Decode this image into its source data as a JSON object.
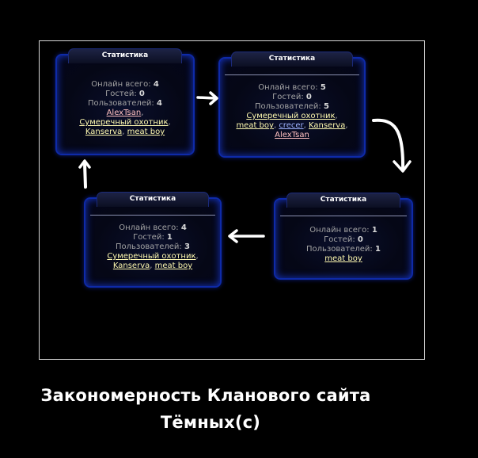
{
  "panels": [
    {
      "title": "Статистика",
      "online_label": "Онлайн всего:",
      "online_value": "4",
      "guests_label": "Гостей:",
      "guests_value": "0",
      "users_label": "Пользователей:",
      "users_value": "4",
      "user_rows": [
        [
          {
            "name": "AlexTsan",
            "color": "#ffc0c0"
          }
        ],
        [
          {
            "name": "Сумеречный охотник",
            "color": "#fffab0"
          }
        ],
        [
          {
            "name": "Kanserva",
            "color": "#fffab0"
          },
          {
            "name": "meat boy",
            "color": "#fffab0"
          }
        ]
      ]
    },
    {
      "title": "Статистика",
      "online_label": "Онлайн всего:",
      "online_value": "5",
      "guests_label": "Гостей:",
      "guests_value": "0",
      "users_label": "Пользователей:",
      "users_value": "5",
      "user_rows": [
        [
          {
            "name": "Сумеречный охотник",
            "color": "#fffab0"
          }
        ],
        [
          {
            "name": "meat boy",
            "color": "#fffab0"
          },
          {
            "name": "crecer",
            "color": "#9fb3ff"
          },
          {
            "name": "Kanserva",
            "color": "#fffab0"
          }
        ],
        [
          {
            "name": "AlexTsan",
            "color": "#ffc0c0"
          }
        ]
      ]
    },
    {
      "title": "Статистика",
      "online_label": "Онлайн всего:",
      "online_value": "1",
      "guests_label": "Гостей:",
      "guests_value": "0",
      "users_label": "Пользователей:",
      "users_value": "1",
      "user_rows": [
        [
          {
            "name": "meat boy",
            "color": "#fffab0"
          }
        ]
      ]
    },
    {
      "title": "Статистика",
      "online_label": "Онлайн всего:",
      "online_value": "4",
      "guests_label": "Гостей:",
      "guests_value": "1",
      "users_label": "Пользователей:",
      "users_value": "3",
      "user_rows": [
        [
          {
            "name": "Сумеречный охотник",
            "color": "#fffab0"
          }
        ],
        [
          {
            "name": "Kanserva",
            "color": "#fffab0"
          },
          {
            "name": "meat boy",
            "color": "#fffab0"
          }
        ]
      ]
    }
  ],
  "arrows": [
    "arrow-right-icon",
    "arrow-curve-down-icon",
    "arrow-left-icon",
    "arrow-up-icon"
  ],
  "caption": {
    "line1": "Закономерность Кланового сайта",
    "line2": "Тёмных(с)"
  },
  "colors": {
    "background": "#000000",
    "frame_border": "#d8d8d8",
    "panel_glow": "#0e2aa8",
    "guest_user": "#fffab0",
    "admin_user": "#ffc0c0",
    "moderator_user": "#9fb3ff"
  }
}
